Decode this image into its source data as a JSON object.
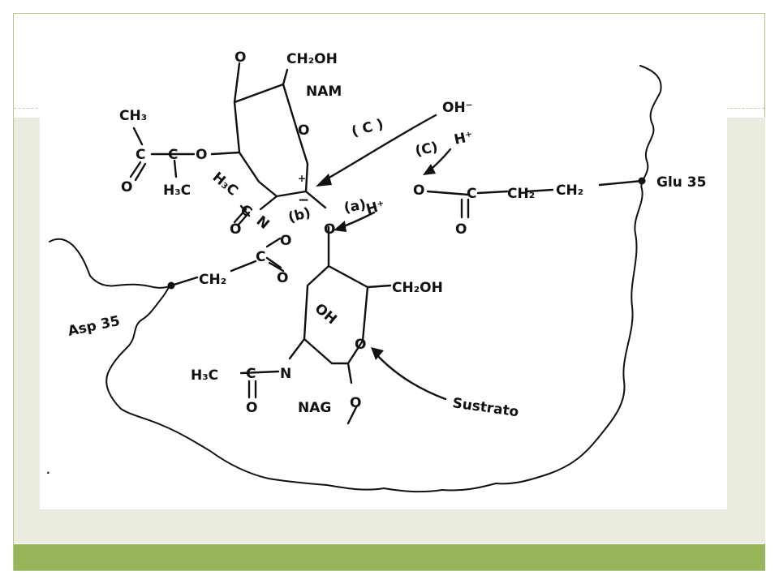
{
  "labels": {
    "nam": "NAM",
    "nag": "NAG",
    "ch2oh_top": "CH₂OH",
    "ch2oh_bottom": "CH₂OH",
    "ch3": "CH₃",
    "h3c_left": "H₃C",
    "h3c_nag": "H₃C",
    "h3c_diag": "H₃C",
    "oh_minus": "OH⁻",
    "h_plus_c": "H⁺",
    "h_plus_a": "H⁺",
    "mark_c1": "( C )",
    "mark_c2": "(C)",
    "mark_a": "(a)",
    "mark_b": "(b)",
    "glu35": "Glu 35",
    "asp35": "Asp 35",
    "sustrato": "Sustrato",
    "ch2_glu1": "CH₂",
    "ch2_glu2": "CH₂",
    "ch2_asp": "CH₂",
    "oh_ring": "OH",
    "o": "O",
    "c": "C",
    "n": "N",
    "plus": "+",
    "minus": "−",
    "dot": "."
  },
  "colors": {
    "frame": "#b9c48f",
    "band": "#ecebe0",
    "bar": "#99b55a",
    "ink": "#111111"
  }
}
